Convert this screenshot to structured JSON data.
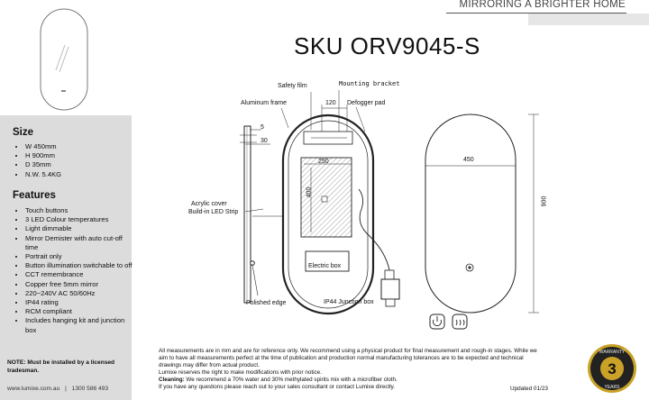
{
  "brand": {
    "tagline": "MIRRORING A BRIGHTER HOME"
  },
  "sku": "SKU ORV9045-S",
  "size": {
    "title": "Size",
    "items": [
      "W 450mm",
      "H 900mm",
      "D 35mm",
      "N.W. 5.4KG"
    ]
  },
  "features": {
    "title": "Features",
    "items": [
      "Touch buttons",
      "3 LED Colour temperatures",
      "Light dimmable",
      "Mirror Demister with auto cut-off time",
      "Portrait only",
      "Button illumination switchable to off",
      "CCT remembrance",
      "Copper free 5mm mirror",
      "220~240V AC 50/60Hz",
      "IP44 rating",
      "RCM compliant",
      "Includes hanging kit and junction box"
    ]
  },
  "note": "NOTE: Must be installed by a licensed tradesman.",
  "footer": {
    "website": "www.lumixe.com.au",
    "separator": "|",
    "phone": "1300 586 493",
    "updated": "Updated 01/23"
  },
  "diagram": {
    "safety_film": "Safety film",
    "mounting_bracket": "Mounting bracket",
    "aluminum_frame": "Aluminum frame",
    "defogger_pad": "Defogger pad",
    "dim_120": "120",
    "dim_5": "5",
    "dim_30": "30",
    "dim_250": "250",
    "dim_400": "400",
    "acrylic_cover": "Acrylic cover",
    "led_strip": "Build-in LED Strip",
    "electric_box": "Electric box",
    "polished_edge": "Polished edge",
    "junction_box": "IP44 Junction box",
    "dim_450": "450",
    "dim_900": "900"
  },
  "disclaimer": {
    "line1": "All measurements are in mm and are for reference only.  We recommend using a physical product for final measurement and rough-in stages.   While we aim to have all measurements perfect at the time of publication and production normal manufacturing tolerances are to be expected and technical drawings may differ from actual product.",
    "line2": "Lumixe reserves the right to make modifications with prior notice.",
    "cleaning_label": "Cleaning:",
    "cleaning_text": " We recommend a 70% water and 30% methylated spirits mix with a microfiber cloth.",
    "contact": "If you have any questions please reach out to your sales consultant or contact Lumixe directly."
  },
  "warranty": {
    "top": "WARRANTY",
    "number": "3",
    "bottom": "YEARS"
  },
  "colors": {
    "panel": "#dcdcdc",
    "accent": "#444444"
  }
}
